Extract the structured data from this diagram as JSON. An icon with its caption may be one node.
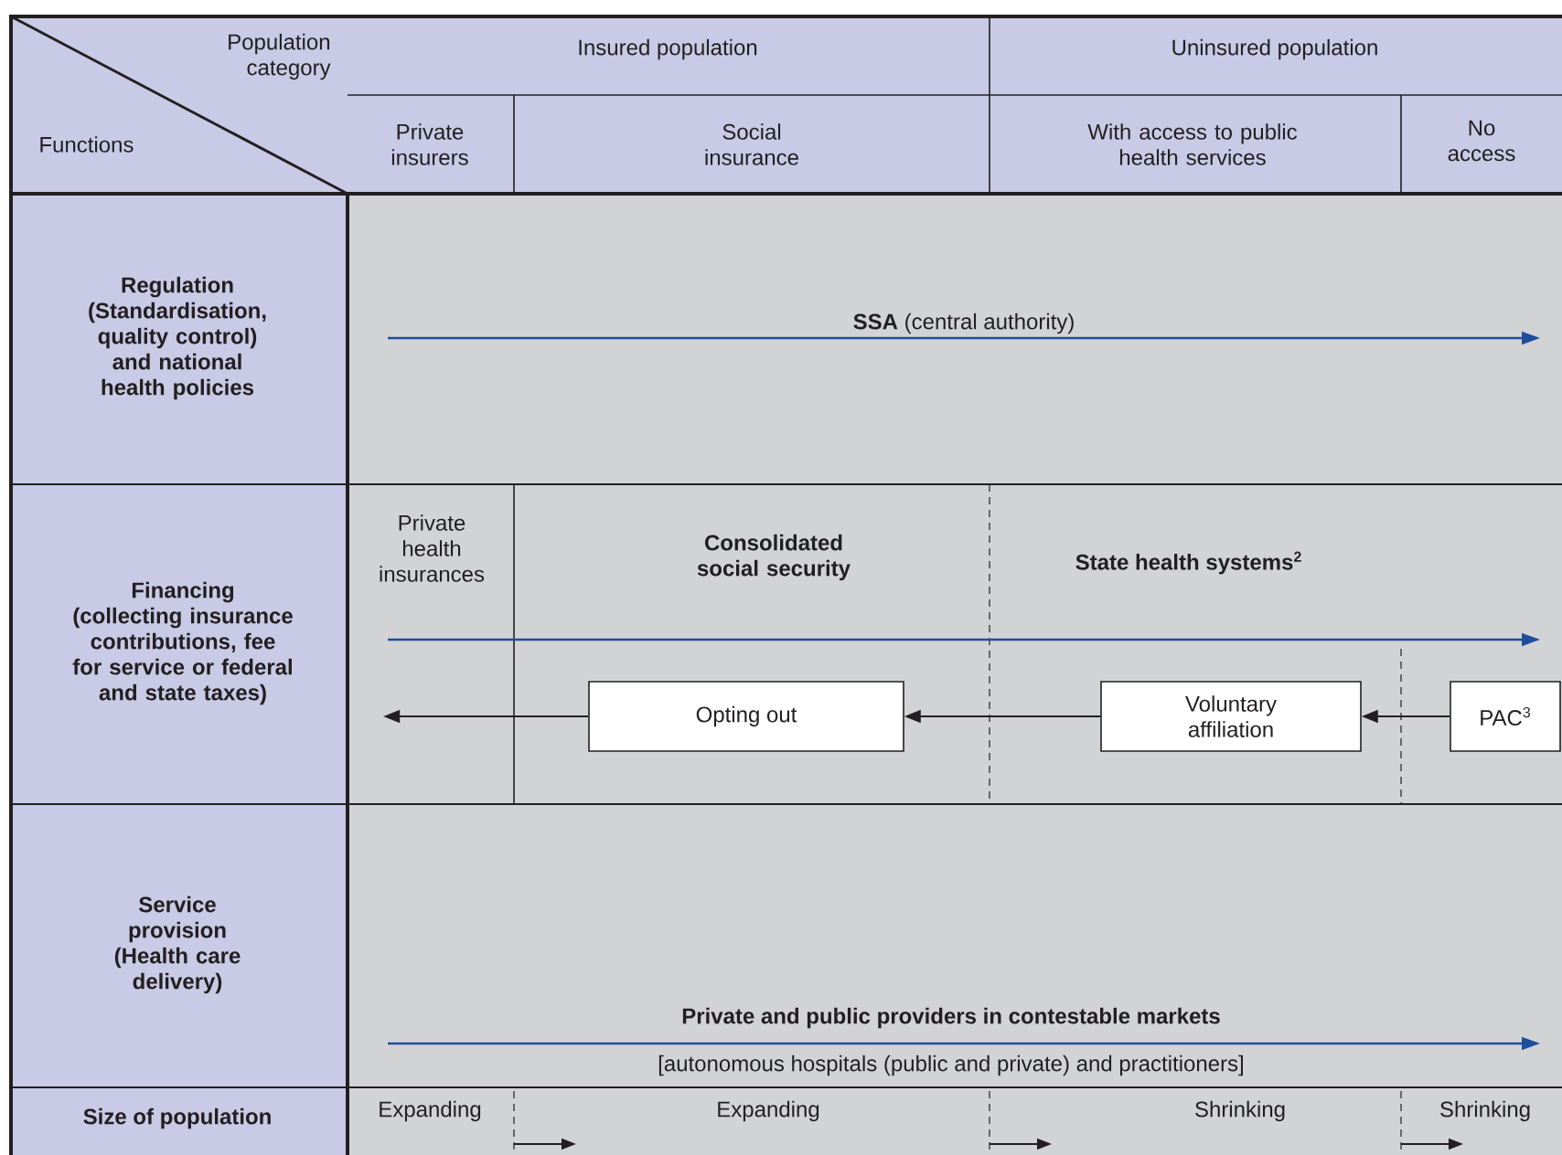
{
  "diagram": {
    "nodes": [
      {
        "text": [
          "Opting out"
        ]
      },
      {
        "text": [
          "Voluntary affiliation"
        ]
      },
      {
        "text": [
          "PAC$^{3}$"
        ]
      }
    ],
    "edges": [
      {
        "from": 2,
        "to": 1,
        "arrow": "to"
      },
      {
        "from": 1,
        "to": 0,
        "arrow": "to"
      },
      {
        "from": 0,
        "to": null,
        "arrow": "to"
      }
    ],
    "labels": [
      "Population category",
      "Functions",
      "Insured population",
      "Uninsured population",
      "Private insurers",
      "Social insurance",
      "With access to public health services",
      "No access",
      "Regulation (Standardisation, quality control) and national health policies",
      "**SSA** (central authority)",
      "Financing (collecting insurance contributions, fee for service or federal and state taxes)",
      "Private health insurances",
      "Consolidated social security",
      "State health systems$^{2}$",
      "Service provision (Health care delivery)",
      "Private and public providers in contestable markets",
      "[autonomous hospitals (public and private) and practitioners]",
      "Size of population",
      "Expanding",
      "Expanding",
      "Shrinking",
      "Shrinking"
    ]
  }
}
